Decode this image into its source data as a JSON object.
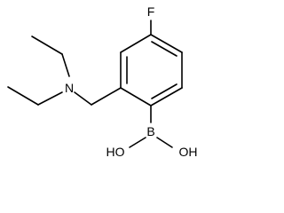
{
  "molecule": {
    "labels": {
      "fluorine": "F",
      "nitrogen": "N",
      "boron": "B",
      "hydroxyl_left": "HO",
      "hydroxyl_right": "OH"
    },
    "colors": {
      "bond": "#000000",
      "text": "#000000",
      "background": "#ffffff"
    }
  }
}
